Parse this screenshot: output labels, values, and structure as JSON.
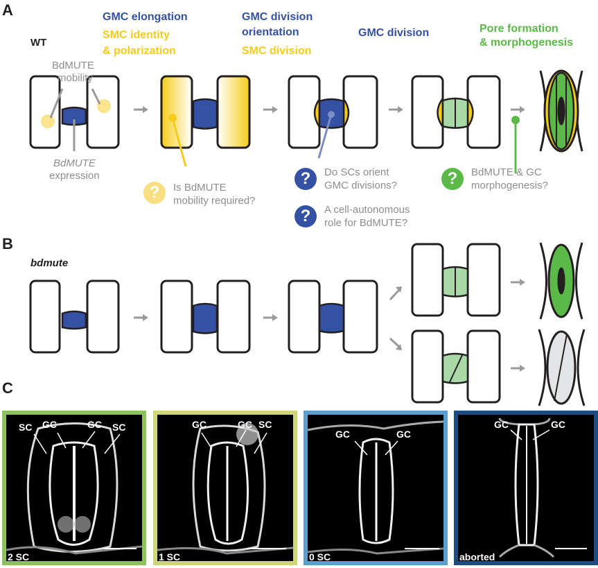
{
  "panels": {
    "a": "A",
    "b": "B",
    "c": "C"
  },
  "panel_a": {
    "genotype": "WT",
    "stage1_blue": "GMC elongation",
    "stage1_yellow_1": "SMC identity",
    "stage1_yellow_2": "& polarization",
    "stage2_blue_1": "GMC division",
    "stage2_blue_2": "orientation",
    "stage2_yellow": "SMC division",
    "stage3_blue": "GMC division",
    "stage4_green_1": "Pore formation",
    "stage4_green_2": "& morphogenesis",
    "mobility_1": "BdMUTE",
    "mobility_2": "mobility",
    "expression_1": "BdMUTE",
    "expression_2": "expression",
    "q1_line1": "Is BdMUTE",
    "q1_line2": "mobility required?",
    "q2_line1": "Do SCs orient",
    "q2_line2": "GMC divisions?",
    "q3_line1": "A cell-autonomous",
    "q3_line2": "role for BdMUTE?",
    "q4_line1": "BdMUTE & GC",
    "q4_line2": "morphogenesis?",
    "question_mark": "?"
  },
  "panel_b": {
    "genotype": "bdmute"
  },
  "panel_c": {
    "images": [
      {
        "caption": "2 SC",
        "labels": [
          "SC",
          "GC",
          "GC",
          "SC"
        ],
        "border": "#8dc15e"
      },
      {
        "caption": "1 SC",
        "labels": [
          "GC",
          "GC",
          "SC"
        ],
        "border": "#cfd67a"
      },
      {
        "caption": "0 SC",
        "labels": [
          "GC",
          "GC"
        ],
        "border": "#5b9fce"
      },
      {
        "caption": "aborted",
        "labels": [
          "GC",
          "GC"
        ],
        "border": "#1e4b80"
      }
    ]
  },
  "colors": {
    "gmc_blue": "#3451a4",
    "smc_yellow": "#f6cc1a",
    "gc_green": "#5ab947",
    "light_green": "#a9d9a6",
    "aborted_grey": "#e3e4e6",
    "arrow_grey": "#9a9a9a"
  }
}
